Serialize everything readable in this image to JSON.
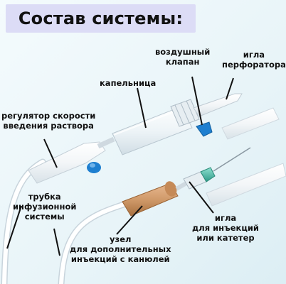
{
  "title": "Состав системы:",
  "labels": {
    "air_valve": [
      "воздушный",
      "клапан"
    ],
    "piercing_needle": [
      "игла",
      "перфоратора"
    ],
    "drip_chamber": "капельница",
    "rate_regulator": [
      "регулятор скорости",
      "введения раствора"
    ],
    "infusion_tube": [
      "трубка",
      "инфузионной",
      "системы"
    ],
    "needle": [
      "игла",
      "для инъекций",
      "или катетер"
    ],
    "injection_port": [
      "узел",
      "для дополнительных",
      "инъекций с канюлей"
    ]
  },
  "colors": {
    "title_bg": "#dcdcf6",
    "valve_blue": "#1e7fd0",
    "port_orange": "#d09a6a",
    "needle_hub": "#4fb8a8",
    "tube": "#ffffff"
  }
}
